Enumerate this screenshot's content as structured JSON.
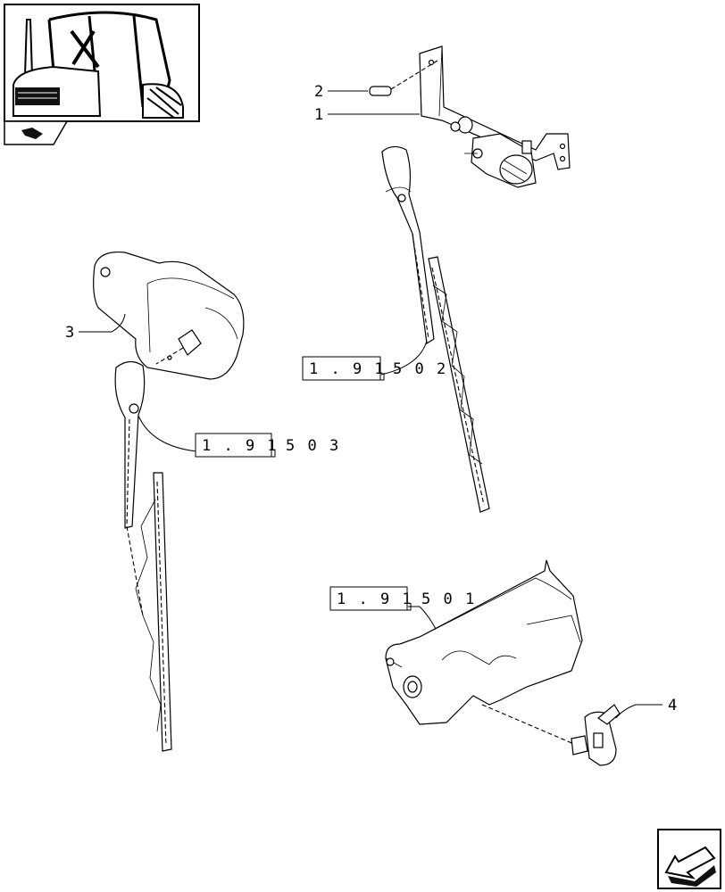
{
  "callouts": {
    "c1": "1",
    "c2": "2",
    "c3": "3",
    "c4": "4"
  },
  "references": {
    "ref_a": {
      "boxed": "1 . 9 1",
      "tail": "5   0 3"
    },
    "ref_b": {
      "boxed": "1 . 9 1",
      "tail": "5   0 2"
    },
    "ref_c": {
      "boxed": "1 . 9 1",
      "tail": "5   0 1"
    }
  },
  "icons": {
    "thumbnail": "tractor-cab-thumbnail-icon",
    "thumb_tab": "book-icon",
    "nav": "next-page-arrow-icon"
  }
}
